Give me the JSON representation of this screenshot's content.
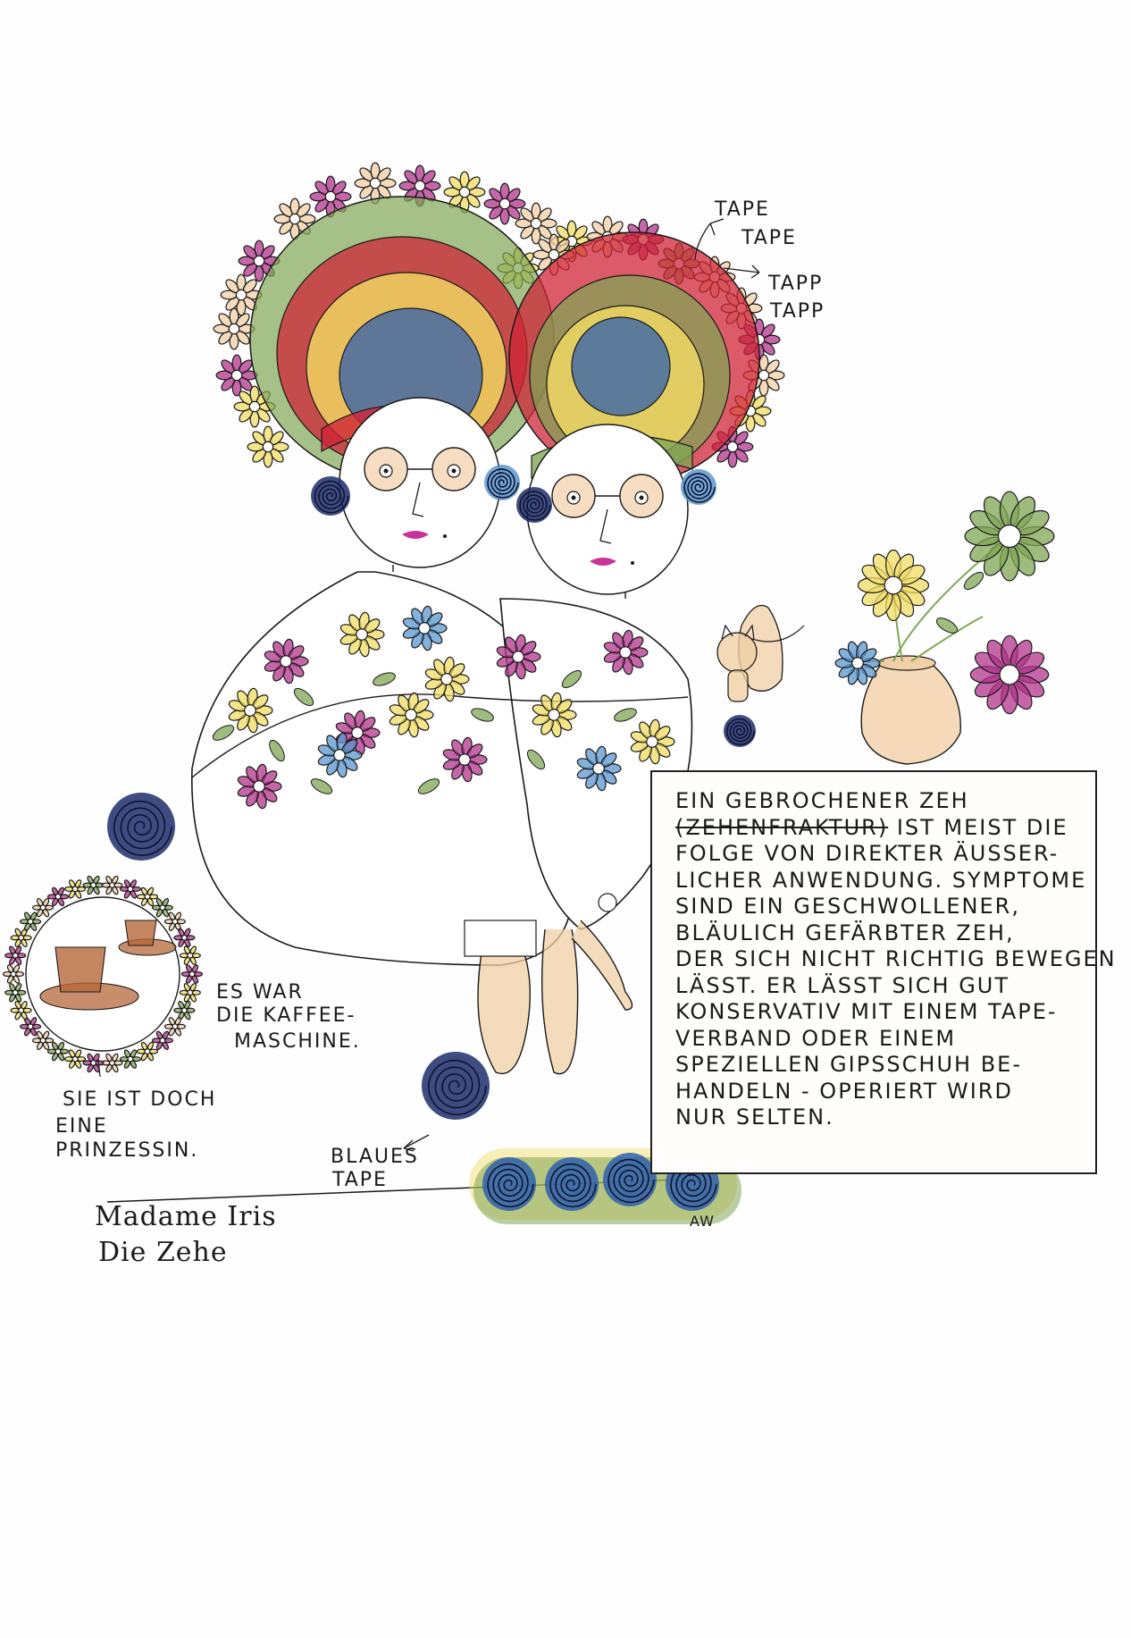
{
  "tape_labels": {
    "line1": "TAPE",
    "line2": "TAPE",
    "line3": "TAPP",
    "line4": "TAPP"
  },
  "story_lines": [
    "Ein gebrochener Zeh",
    "(Zehenfraktur) ist meist die",
    "Folge von direkter äusser-",
    "licher Anwendung. Symptome",
    "sind ein geschwollener,",
    "bläulich gefärbter Zeh,",
    "der sich nicht richtig bewegen",
    "lässt. Er lässt sich gut",
    "konservativ mit einem Tape-",
    "verband oder einem",
    "speziellen Gipsschuh be-",
    "handeln - operiert wird",
    "nur selten."
  ],
  "struck_word": "(Zehenfraktur)",
  "coffee_caption": {
    "line1": "Es war",
    "line2": "die Kaffee-",
    "line3": "maschine."
  },
  "princess_caption": {
    "line1": "Sie ist doch",
    "line2": "eine",
    "line3": "Prinzessin."
  },
  "blue_tape_caption": {
    "line1": "Blaues",
    "line2": "Tape"
  },
  "signature": {
    "line1": "Madame Iris",
    "line2": "Die Zehe"
  },
  "initials": "AW",
  "colors": {
    "ink": "#1a1a1a",
    "green": "#7fa654",
    "red": "#cf2436",
    "blue": "#2f5fae",
    "yellow": "#f2dc63",
    "peach": "#f2cfa6",
    "magenta": "#b2338b",
    "navy": "#1d2d6b",
    "skin": "#f0cfa4",
    "brown": "#b5683a",
    "lightblue": "#5b97cf"
  }
}
